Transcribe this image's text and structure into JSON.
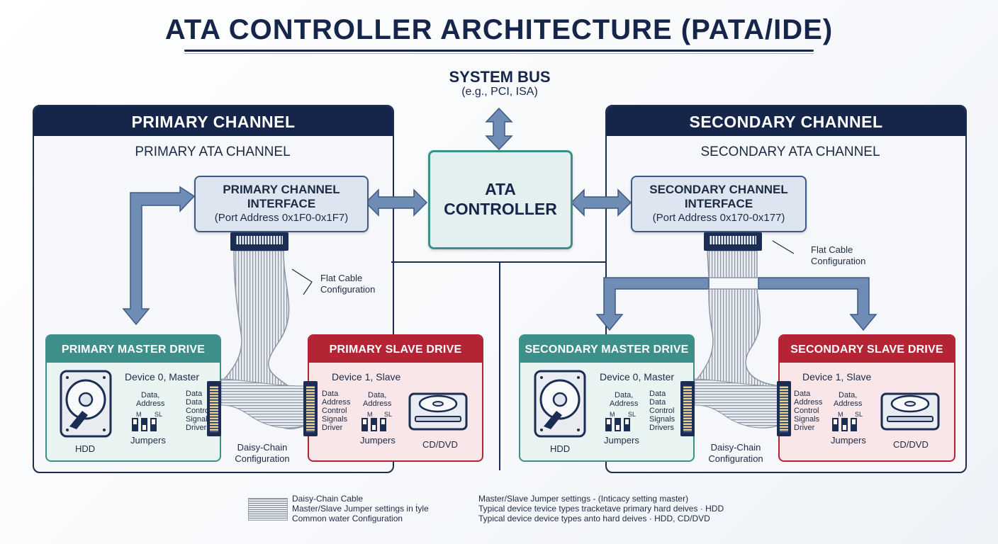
{
  "title": "ATA CONTROLLER ARCHITECTURE (PATA/IDE)",
  "system_bus": {
    "title": "SYSTEM BUS",
    "subtitle": "(e.g., PCI, ISA)"
  },
  "controller": {
    "line1": "ATA",
    "line2": "CONTROLLER"
  },
  "primary": {
    "header": "PRIMARY CHANNEL",
    "subtitle": "PRIMARY ATA CHANNEL",
    "interface": {
      "line1": "PRIMARY CHANNEL",
      "line2": "INTERFACE",
      "line3": "(Port Address 0x1F0-0x1F7)"
    },
    "cable_note": [
      "Flat Cable",
      "Configuration"
    ],
    "daisy_note": [
      "Daisy-Chain",
      "Configuration"
    ],
    "master": {
      "header": "PRIMARY MASTER DRIVE",
      "device": "Device 0, Master",
      "icon_label": "HDD",
      "data_label": [
        "Data,",
        "Address"
      ],
      "jumper_m": "M",
      "jumper_sl": "SL",
      "jumpers": "Jumpers",
      "signals": [
        "Data",
        "Data",
        "Control",
        "Signals",
        "Drivers"
      ]
    },
    "slave": {
      "header": "PRIMARY SLAVE DRIVE",
      "device": "Device 1, Slave",
      "icon_label": "CD/DVD",
      "data_label": [
        "Data,",
        "Address"
      ],
      "jumper_m": "M",
      "jumper_sl": "SL",
      "jumpers": "Jumpers",
      "signals": [
        "Data",
        "Address",
        "Control",
        "Signals",
        "Driver"
      ]
    }
  },
  "secondary": {
    "header": "SECONDARY CHANNEL",
    "subtitle": "SECONDARY ATA CHANNEL",
    "interface": {
      "line1": "SECONDARY CHANNEL",
      "line2": "INTERFACE",
      "line3": "(Port Address 0x170-0x177)"
    },
    "cable_note": [
      "Flat Cable",
      "Configuration"
    ],
    "daisy_note": [
      "Daisy-Chain",
      "Configuration"
    ],
    "master": {
      "header": "SECONDARY MASTER DRIVE",
      "device": "Device 0, Master",
      "icon_label": "HDD",
      "data_label": [
        "Data,",
        "Address"
      ],
      "jumper_m": "M",
      "jumper_sl": "SL",
      "jumpers": "Jumpers",
      "signals": [
        "Data",
        "Data",
        "Control",
        "Signals",
        "Drivers"
      ]
    },
    "slave": {
      "header": "SECONDARY SLAVE DRIVE",
      "device": "Device 1, Slave",
      "icon_label": "CD/DVD",
      "data_label": [
        "Data,",
        "Address"
      ],
      "jumper_m": "M",
      "jumper_sl": "SL",
      "jumpers": "Jumpers",
      "signals": [
        "Data",
        "Address",
        "Control",
        "Signals",
        "Driver"
      ]
    }
  },
  "legend": {
    "left": [
      "Daisy-Chain Cable",
      "Master/Slave Jumper settings in ṫyle",
      "Common water Configuration"
    ],
    "right": [
      "Master/Slave Jumper settings - (Inticacy setting master)",
      "Typical device tevice types tracketave primary hard deives · HDD",
      "Typical device device types anto hard deives · HDD, CD/DVD"
    ]
  },
  "colors": {
    "navy": "#16264a",
    "teal": "#3d8f8a",
    "red": "#b52434",
    "arrow": "#6f8db4"
  }
}
